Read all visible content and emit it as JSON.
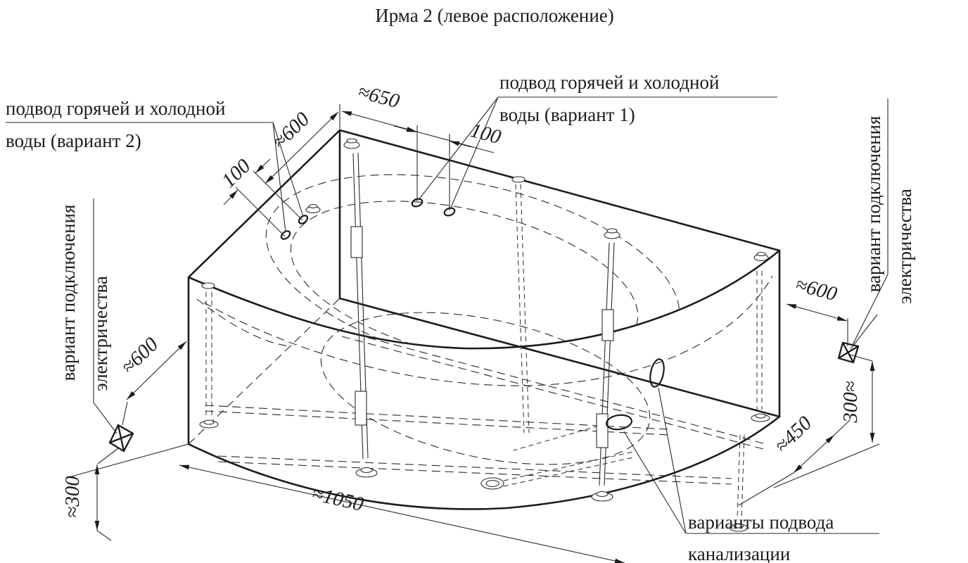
{
  "title": "Ирма 2 (левое расположение)",
  "colors": {
    "background": "#ffffff",
    "line": "#1c1c1c"
  },
  "labels": {
    "hot_cold_v2_line1": "подвод горячей и холодной",
    "hot_cold_v2_line2": "воды (вариант 2)",
    "hot_cold_v1_line1": "подвод горячей и холодной",
    "hot_cold_v1_line2": "воды (вариант 1)",
    "electric_left_line1": "вариант подключения",
    "electric_left_line2": "электричества",
    "electric_right_line1": "вариант подключения",
    "electric_right_line2": "электричества",
    "sewer_line1": "варианты подвода",
    "sewer_line2": "канализации"
  },
  "dimensions": {
    "top_left_length": "≈600",
    "top_left_offset": "100",
    "top_length": "≈650",
    "top_offset": "100",
    "right_length": "≈600",
    "right_height": "300≈",
    "right_depth": "≈450",
    "front_width": "≈1050",
    "left_length": "≈600",
    "left_height": "≈300"
  }
}
